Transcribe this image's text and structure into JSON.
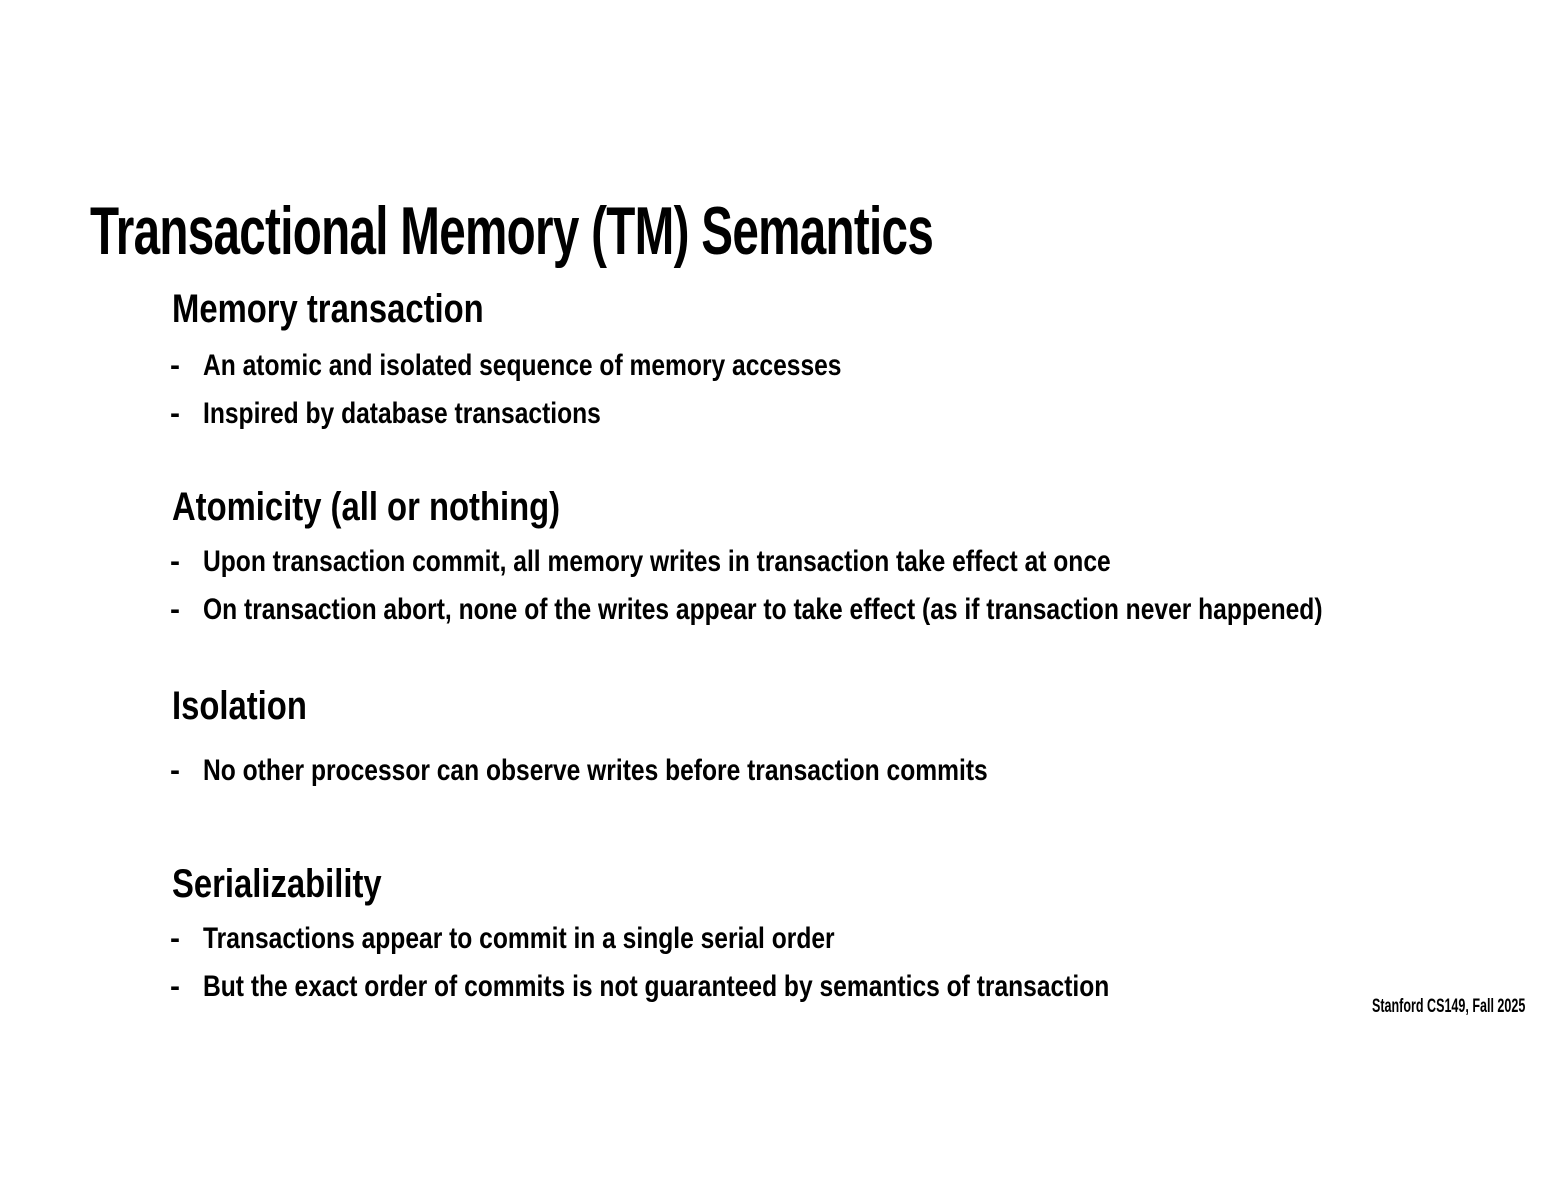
{
  "slide": {
    "title": "Transactional Memory (TM) Semantics",
    "bullet_char": "-",
    "footer": "Stanford CS149, Fall 2025",
    "colors": {
      "background": "#ffffff",
      "text": "#000000"
    },
    "sections": [
      {
        "heading": "Memory transaction",
        "bullets": [
          "An atomic and isolated sequence of memory accesses",
          "Inspired by database transactions"
        ]
      },
      {
        "heading": "Atomicity (all or nothing)",
        "bullets": [
          "Upon transaction commit, all memory writes in transaction take effect at once",
          "On transaction abort, none of the writes appear to take effect (as if transaction never happened)"
        ]
      },
      {
        "heading": "Isolation",
        "bullets": [
          "No other processor can observe writes before transaction commits"
        ]
      },
      {
        "heading": "Serializability",
        "bullets": [
          "Transactions appear to commit in a single serial order",
          "But the exact order of commits is not guaranteed by semantics of transaction"
        ]
      }
    ]
  }
}
